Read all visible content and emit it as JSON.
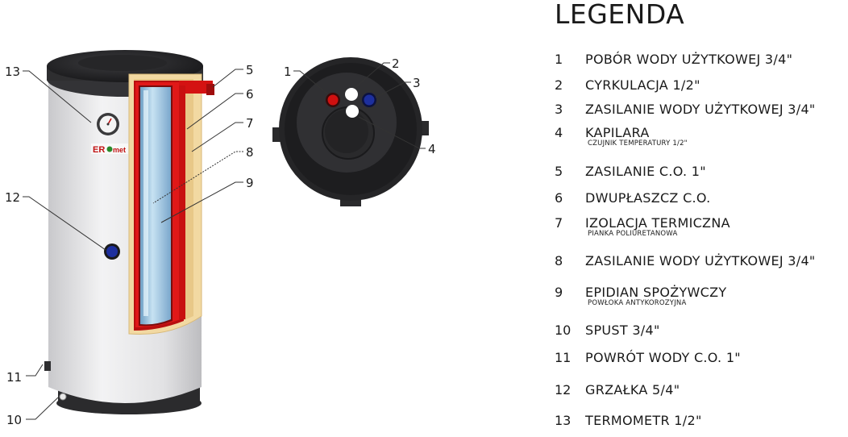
{
  "legend": {
    "title": "LEGENDA",
    "items": [
      {
        "num": "1",
        "label": "POBÓR WODY UŻYTKOWEJ 3/4\"",
        "sub": ""
      },
      {
        "num": "2",
        "label": "CYRKULACJA 1/2\"",
        "sub": ""
      },
      {
        "num": "3",
        "label": "ZASILANIE WODY UŻYTKOWEJ 3/4\"",
        "sub": ""
      },
      {
        "num": "4",
        "label": "KAPILARA",
        "sub": "CZUJNIK TEMPERATURY 1/2\""
      },
      {
        "num": "5",
        "label": "ZASILANIE C.O. 1\"",
        "sub": ""
      },
      {
        "num": "6",
        "label": "DWUPŁASZCZ C.O.",
        "sub": ""
      },
      {
        "num": "7",
        "label": "IZOLACJA TERMICZNA",
        "sub": "PIANKA POLIURETANOWA"
      },
      {
        "num": "8",
        "label": "ZASILANIE WODY UŻYTKOWEJ 3/4\"",
        "sub": ""
      },
      {
        "num": "9",
        "label": "EPIDIAN SPOŻYWCZY",
        "sub": "POWŁOKA ANTYKOROZYJNA"
      },
      {
        "num": "10",
        "label": "SPUST 3/4\"",
        "sub": ""
      },
      {
        "num": "11",
        "label": "POWRÓT WODY C.O. 1\"",
        "sub": ""
      },
      {
        "num": "12",
        "label": "GRZAŁKA 5/4\"",
        "sub": ""
      },
      {
        "num": "13",
        "label": "TERMOMETR 1/2\"",
        "sub": ""
      }
    ]
  },
  "callouts": {
    "c1": "1",
    "c2": "2",
    "c3": "3",
    "c4": "4",
    "c5": "5",
    "c6": "6",
    "c7": "7",
    "c8": "8",
    "c9": "9",
    "c10": "10",
    "c11": "11",
    "c12": "12",
    "c13": "13"
  },
  "brand": {
    "part1": "ER",
    "part2": "met"
  },
  "colors": {
    "casing": "#e4e4e6",
    "cap": "#2e2e30",
    "insulation": "#f2d9a2",
    "heating_jacket": "#e01818",
    "water_tank": "#a9cde4",
    "port_hot": "#d01010",
    "port_cold": "#1d2f9e",
    "port_white": "#ffffff"
  }
}
